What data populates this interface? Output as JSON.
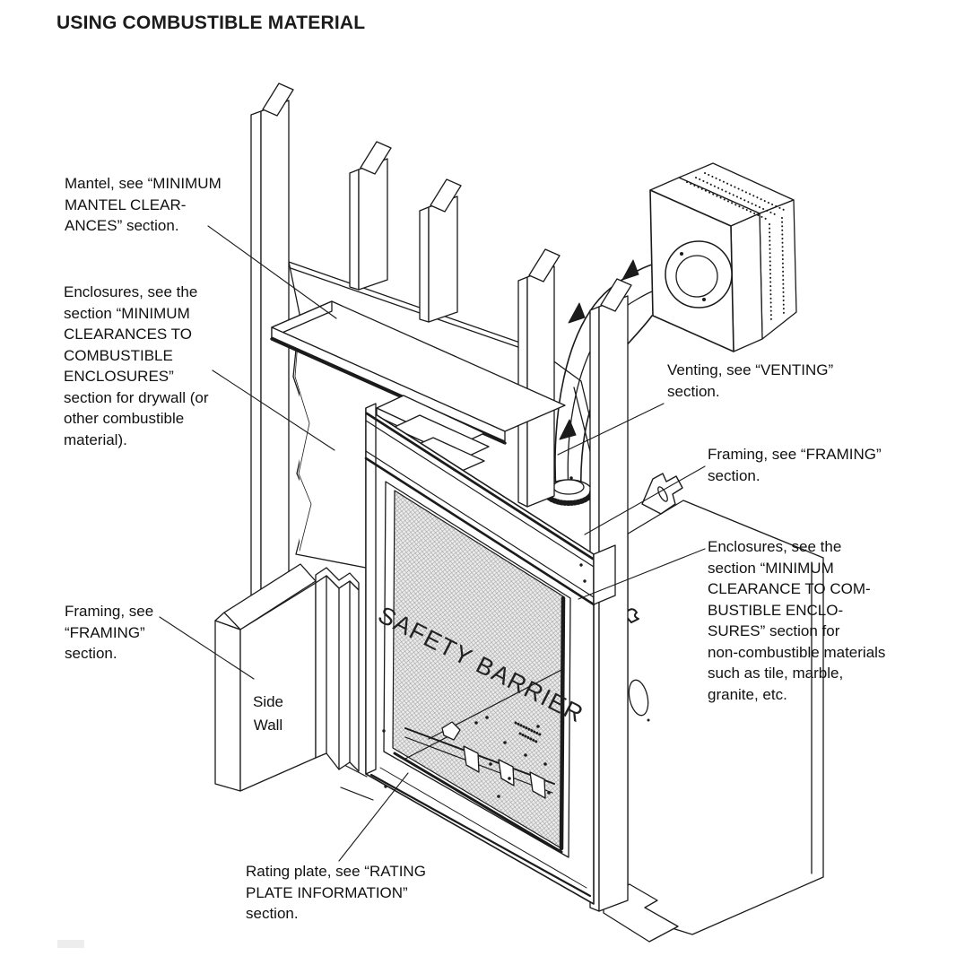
{
  "page": {
    "title": "USING COMBUSTIBLE MATERIAL"
  },
  "diagram": {
    "callouts": {
      "mantel": "Mantel, see “MINIMUM\nMANTEL CLEAR-\nANCES” section.",
      "enclosures_drywall": "Enclosures, see the\nsection “MINIMUM\nCLEARANCES TO\nCOMBUSTIBLE\nENCLOSURES”\nsection for drywall (or\nother combustible\nmaterial).",
      "venting": "Venting, see “VENTING”\nsection.",
      "framing_right": "Framing, see “FRAMING”\nsection.",
      "enclosures_noncombustible": "Enclosures, see the\nsection “MINIMUM\nCLEARANCE TO COM-\nBUSTIBLE ENCLO-\nSURES” section for\nnon-combustible materials\nsuch as tile, marble,\ngranite, etc.",
      "framing_left": "Framing, see\n“FRAMING”\nsection.",
      "rating_plate": "Rating plate, see “RATING\nPLATE INFORMATION”\nsection."
    },
    "part_labels": {
      "side_wall": "Side\nWall",
      "safety_barrier": "SAFETY BARRIER"
    },
    "colors": {
      "line": "#1b1b1b",
      "text": "#111111",
      "mesh_fill": "#ececec",
      "mesh_line": "#9c9c9c",
      "background": "#ffffff"
    }
  }
}
